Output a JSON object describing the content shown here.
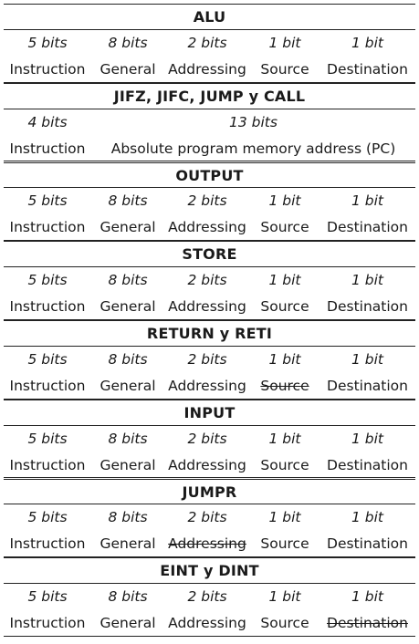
{
  "formats": [
    {
      "title": "ALU",
      "fields": [
        {
          "bits": "5 bits",
          "name": "Instruction",
          "struck": false
        },
        {
          "bits": "8 bits",
          "name": "General",
          "struck": false
        },
        {
          "bits": "2 bits",
          "name": "Addressing",
          "struck": false
        },
        {
          "bits": "1 bit",
          "name": "Source",
          "struck": false
        },
        {
          "bits": "1 bit",
          "name": "Destination",
          "struck": false
        }
      ]
    },
    {
      "title": "JIFZ, JIFC, JUMP y CALL",
      "fields": [
        {
          "bits": "4 bits",
          "name": "Instruction",
          "struck": false
        },
        {
          "bits": "13 bits",
          "name": "Absolute program memory address (PC)",
          "struck": false
        }
      ]
    },
    {
      "title": "OUTPUT",
      "fields": [
        {
          "bits": "5 bits",
          "name": "Instruction",
          "struck": false
        },
        {
          "bits": "8 bits",
          "name": "General",
          "struck": false
        },
        {
          "bits": "2 bits",
          "name": "Addressing",
          "struck": false
        },
        {
          "bits": "1 bit",
          "name": "Source",
          "struck": false
        },
        {
          "bits": "1 bit",
          "name": "Destination",
          "struck": false
        }
      ]
    },
    {
      "title": "STORE",
      "fields": [
        {
          "bits": "5 bits",
          "name": "Instruction",
          "struck": false
        },
        {
          "bits": "8 bits",
          "name": "General",
          "struck": false
        },
        {
          "bits": "2 bits",
          "name": "Addressing",
          "struck": false
        },
        {
          "bits": "1 bit",
          "name": "Source",
          "struck": false
        },
        {
          "bits": "1 bit",
          "name": "Destination",
          "struck": false
        }
      ]
    },
    {
      "title": "RETURN y RETI",
      "fields": [
        {
          "bits": "5 bits",
          "name": "Instruction",
          "struck": false
        },
        {
          "bits": "8 bits",
          "name": "General",
          "struck": false
        },
        {
          "bits": "2 bits",
          "name": "Addressing",
          "struck": false
        },
        {
          "bits": "1 bit",
          "name": "Source",
          "struck": true
        },
        {
          "bits": "1 bit",
          "name": "Destination",
          "struck": false
        }
      ]
    },
    {
      "title": "INPUT",
      "fields": [
        {
          "bits": "5 bits",
          "name": "Instruction",
          "struck": false
        },
        {
          "bits": "8 bits",
          "name": "General",
          "struck": false
        },
        {
          "bits": "2 bits",
          "name": "Addressing",
          "struck": false
        },
        {
          "bits": "1 bit",
          "name": "Source",
          "struck": false
        },
        {
          "bits": "1 bit",
          "name": "Destination",
          "struck": false
        }
      ]
    },
    {
      "title": "JUMPR",
      "fields": [
        {
          "bits": "5 bits",
          "name": "Instruction",
          "struck": false
        },
        {
          "bits": "8 bits",
          "name": "General",
          "struck": false
        },
        {
          "bits": "2 bits",
          "name": "Addressing",
          "struck": true
        },
        {
          "bits": "1 bit",
          "name": "Source",
          "struck": false
        },
        {
          "bits": "1 bit",
          "name": "Destination",
          "struck": false
        }
      ]
    },
    {
      "title": "EINT y DINT",
      "fields": [
        {
          "bits": "5 bits",
          "name": "Instruction",
          "struck": false
        },
        {
          "bits": "8 bits",
          "name": "General",
          "struck": false
        },
        {
          "bits": "2 bits",
          "name": "Addressing",
          "struck": false
        },
        {
          "bits": "1 bit",
          "name": "Source",
          "struck": false
        },
        {
          "bits": "1 bit",
          "name": "Destination",
          "struck": true
        }
      ]
    }
  ]
}
